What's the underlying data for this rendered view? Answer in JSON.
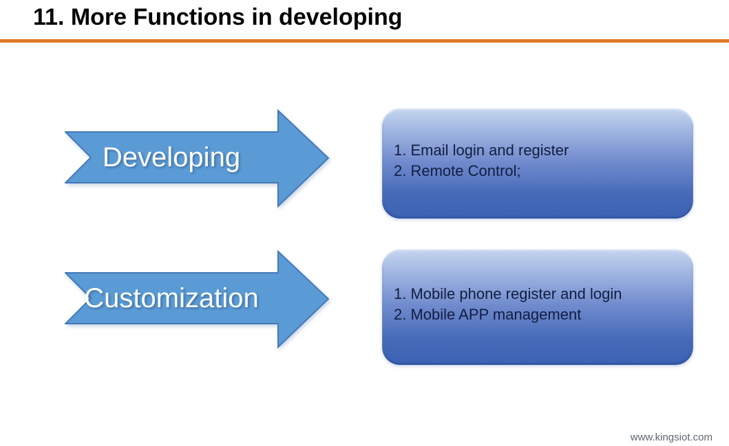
{
  "title": "11. More Functions in developing",
  "arrows": [
    {
      "label": "Developing"
    },
    {
      "label": "Customization"
    }
  ],
  "boxes": [
    {
      "lines": [
        "1. Email login and register",
        "2. Remote Control;"
      ]
    },
    {
      "lines": [
        "1. Mobile phone register and login",
        "2. Mobile APP management"
      ]
    }
  ],
  "footer": {
    "website": "www.kingsiot.com"
  },
  "colors": {
    "accent-orange": "#e0782a",
    "arrow-blue": "#5b9bd5",
    "arrow-border": "#4579b8",
    "box-gradient-top": "#c6d5ef",
    "box-gradient-bottom": "#3b62b3",
    "box-text": "#121d40",
    "title-text": "#000000",
    "footer-text": "#5d6470"
  }
}
